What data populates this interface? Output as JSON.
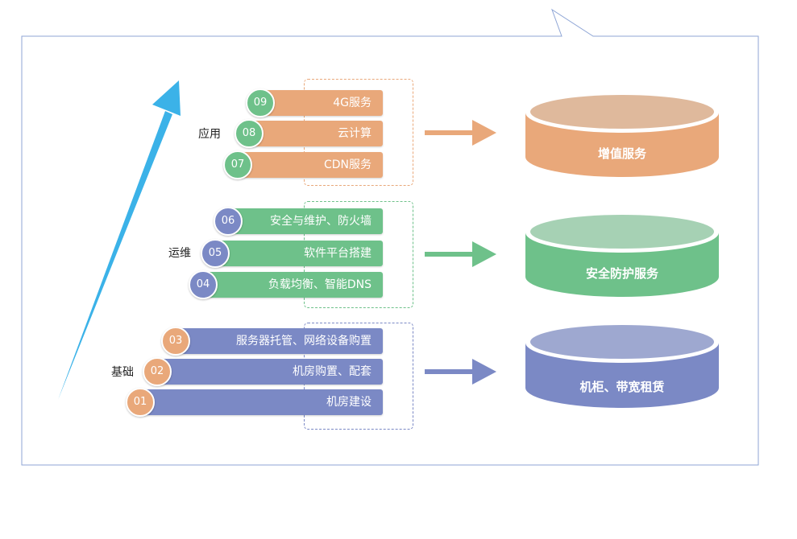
{
  "colors": {
    "app": "#e9a87a",
    "app_light": "#dfb99c",
    "ops": "#6ec18a",
    "ops_light": "#a6d1b4",
    "base": "#7b89c5",
    "base_light": "#9ea8d0",
    "circle_green": "#6ec18a",
    "circle_blue": "#7b89c5",
    "circle_orange": "#e9a87a",
    "growth_arrow": "#3bb2e8",
    "frame": "#8fa6d6"
  },
  "layers": [
    {
      "label": "应用",
      "items": [
        {
          "num": "09",
          "text": "4G服务"
        },
        {
          "num": "08",
          "text": "云计算"
        },
        {
          "num": "07",
          "text": "CDN服务"
        }
      ],
      "service": "增值服务"
    },
    {
      "label": "运维",
      "items": [
        {
          "num": "06",
          "text": "安全与维护、防火墙"
        },
        {
          "num": "05",
          "text": "软件平台搭建"
        },
        {
          "num": "04",
          "text": "负载均衡、智能DNS"
        }
      ],
      "service": "安全防护服务"
    },
    {
      "label": "基础",
      "items": [
        {
          "num": "03",
          "text": "服务器托管、网络设备购置"
        },
        {
          "num": "02",
          "text": "机房购置、配套"
        },
        {
          "num": "01",
          "text": "机房建设"
        }
      ],
      "service": "机柜、带宽租赁"
    }
  ]
}
